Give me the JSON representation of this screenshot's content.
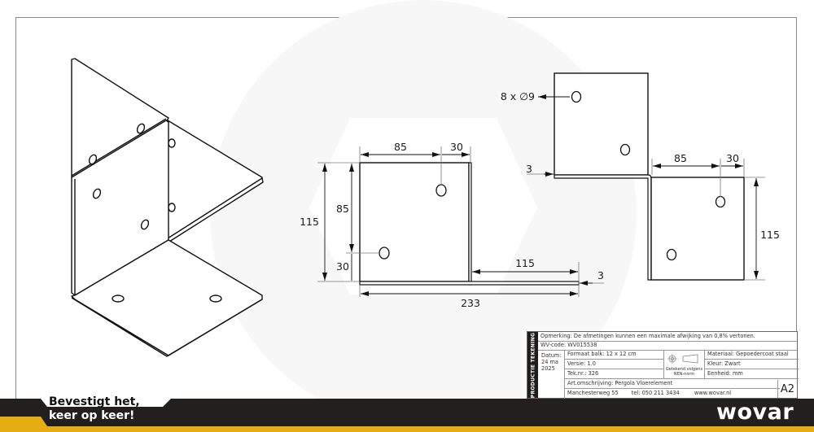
{
  "drawing": {
    "views": {
      "isometric": {
        "label": "isometric view of pergola floor bracket"
      },
      "front_view": {
        "dims": {
          "top_left": "85",
          "top_right": "30",
          "height_outer": "115",
          "height_inner": "85",
          "hole_offset": "30",
          "flange_length": "115",
          "thickness": "3",
          "total_length": "233"
        }
      },
      "side_view": {
        "hole_callout": "8 x ∅9",
        "thickness": "3",
        "top_left": "85",
        "top_right": "30",
        "height": "115"
      }
    }
  },
  "title_block": {
    "side_label": "PRODUCTIE TEKENING",
    "remark": "Opmerking: De afmetingen kunnen een maximale afwijking van 0,8% vertonen.",
    "wv_code": "WV-code: WV015538",
    "date_label": "Datum:",
    "date_value_1": "24 ma",
    "date_value_2": "2025",
    "format": "Formaat balk: 12 x 12 cm",
    "version": "Versie: 1.0",
    "drawing_no": "Tek.nr.: 326",
    "norm_line_1": "Getekend volgens",
    "norm_line_2": "NEN-norm",
    "material": "Materiaal: Gepoedercoat staal",
    "color": "Kleur: Zwart",
    "unit": "Eenheid: mm",
    "description": "Art.omschrijving: Pergola Vloerelement",
    "address": "Manchesterweg 55",
    "phone": "tel: 050 211 3434",
    "website": "www.wovar.nl",
    "sheet_size": "A2"
  },
  "banner": {
    "slogan_line_1": "Bevestigt het,",
    "slogan_line_2": "keer op keer!",
    "logo": "wovar",
    "colors": {
      "dark": "#231f1e",
      "yellow": "#e6ac13"
    }
  }
}
